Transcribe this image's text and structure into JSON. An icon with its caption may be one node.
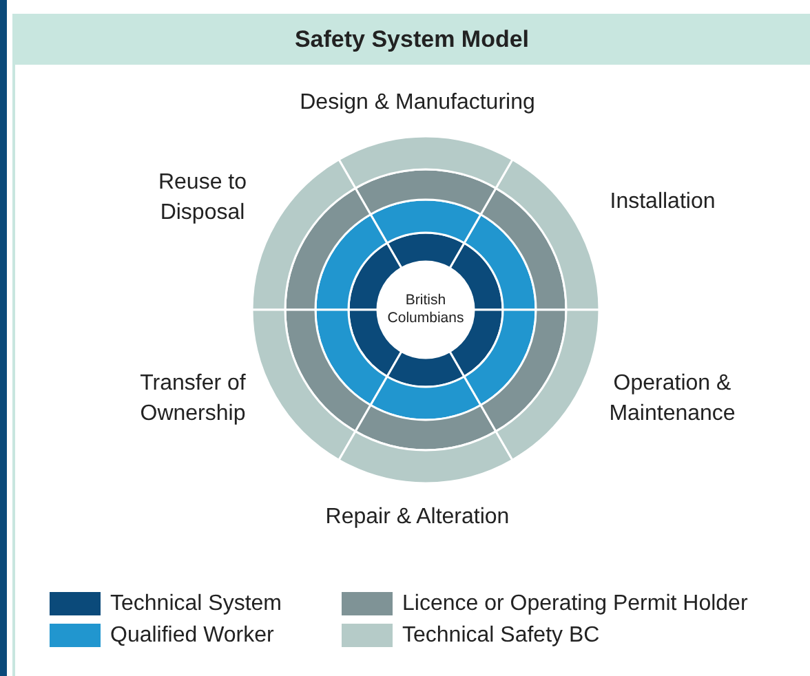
{
  "diagram": {
    "title": "Safety System Model",
    "nodes": [
      {
        "text": [
          "British Columbians"
        ]
      }
    ],
    "labels": [
      "Design & Manufacturing",
      "Reuse to Disposal",
      "Installation",
      "Transfer of Ownership",
      "Operation & Maintenance",
      "Repair & Alteration"
    ],
    "legend": [
      {
        "text": "Technical System",
        "color": "#0b4a7a"
      },
      {
        "text": "Qualified Worker",
        "color": "#2196cf"
      },
      {
        "text": "Licence or Operating Permit Holder",
        "color": "#7f9396"
      },
      {
        "text": "Technical Safety BC",
        "color": "#b5cbc8"
      }
    ]
  }
}
